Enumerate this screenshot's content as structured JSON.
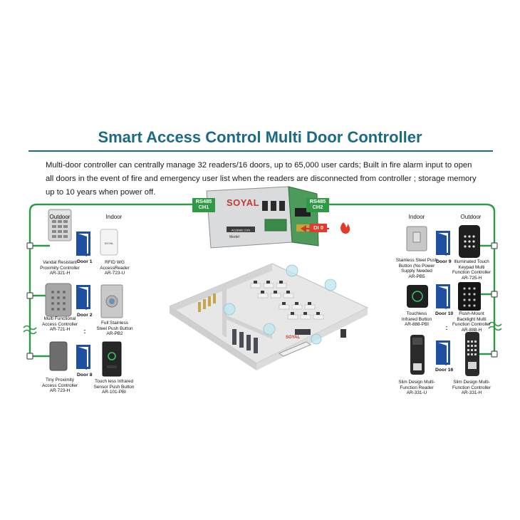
{
  "title": "Smart Access Control Multi Door Controller",
  "description": "Multi-door controller can centrally manage 32 readers/16 doors, up to 65,000 user cards; Built in fire alarm input to open all doors in the event of fire and emergency user list when the readers are disconnected from controller ; storage memory up to 10 years when power off.",
  "controller": {
    "brand": "SOYAL",
    "model_label": "Model:",
    "ports": {
      "ch1": "RS485\nCH1",
      "ch2": "RS485\nCH2"
    },
    "di_label": "DI 0"
  },
  "floorplan": {
    "sign": "SOYAL"
  },
  "left": {
    "outdoor_header": "Outdoor",
    "indoor_header": "Indoor",
    "outdoor_devices": [
      "Vandal Resistant\nProximity Controller\nAR-321-H",
      "Multi Functional\nAccess Controller\nAR-721-H",
      "Tiny Proximity\nAccess Controller\nAR-723-H"
    ],
    "indoor_devices": [
      "RFID WG\nAccessReader\nAR-723-U",
      "Full Stainless\nSteel Push Button\nAR-PB2",
      "Touch less Infrared\nSensor Push Button\nAR-101-PBI"
    ],
    "doors": [
      "Door 1",
      "Door 2",
      "Door 8"
    ]
  },
  "right": {
    "indoor_header": "Indoor",
    "outdoor_header": "Outdoor",
    "indoor_devices": [
      "Stainless Steel Push\nButton (No Power\nSupply Needed\nAR-PB5",
      "Touchless\nInfrared Button\nAR-888-PBI",
      "Slim Design Multi-\nFunction Reader\nAR-331-U"
    ],
    "outdoor_devices": [
      "Illuminated Touch\nKeypad Multi\nFunction Controller\nAR-725-H",
      "Flush-Mount\nBacklight Multi\nFunction Controller\nAR-888-H",
      "Slim Design Multi-\nFunction Controller\nAR-331-H"
    ],
    "doors": [
      "Door 9",
      "Door 10",
      "Door 16"
    ]
  },
  "ellipsis": ":",
  "colors": {
    "title": "#1c6a86",
    "wire": "#2f9a46",
    "door": "#1e4fa0",
    "fire": "#e53a2a"
  }
}
